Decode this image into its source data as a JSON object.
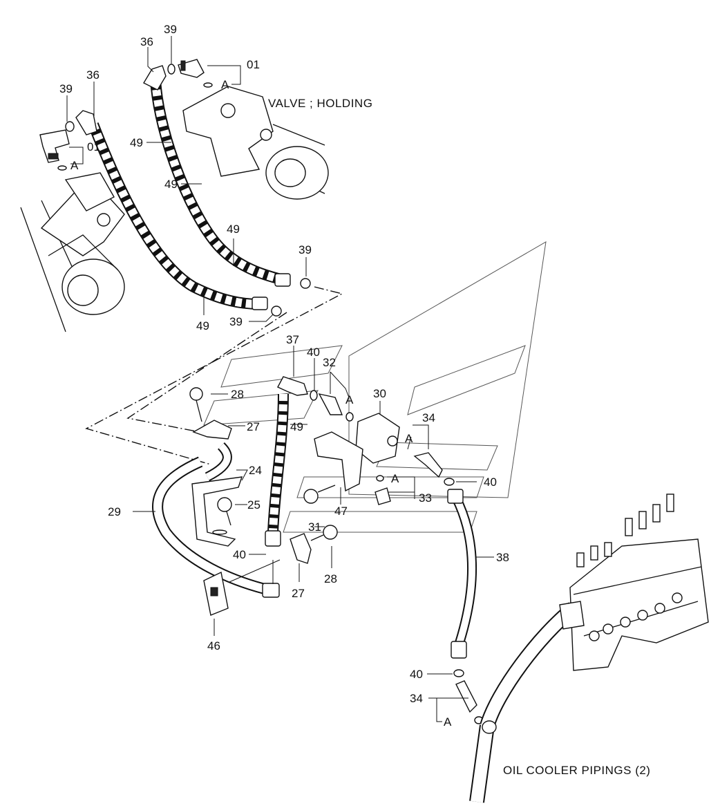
{
  "titles": {
    "valve": "VALVE ; HOLDING",
    "pipings": "OIL COOLER PIPINGS (2)"
  },
  "callouts": {
    "c36a": "36",
    "c39a": "39",
    "c01a": "01",
    "cAa": "A",
    "c36b": "36",
    "c39b": "39",
    "c01b": "01",
    "cAb": "A",
    "c49a": "49",
    "c49b": "49",
    "c49c": "49",
    "c49d": "49",
    "c39c": "39",
    "c39d": "39",
    "c37": "37",
    "c40a": "40",
    "c32": "32",
    "cAc": "A",
    "c30": "30",
    "c34a": "34",
    "cAd": "A",
    "c28a": "28",
    "c27a": "27",
    "c49e": "49",
    "c24": "24",
    "c29": "29",
    "c25": "25",
    "c47": "47",
    "cAe": "A",
    "c40b": "40",
    "c33": "33",
    "c31": "31",
    "c40c": "40",
    "c28b": "28",
    "c27b": "27",
    "c38": "38",
    "c46": "46",
    "c40d": "40",
    "c34b": "34",
    "cAf": "A"
  }
}
